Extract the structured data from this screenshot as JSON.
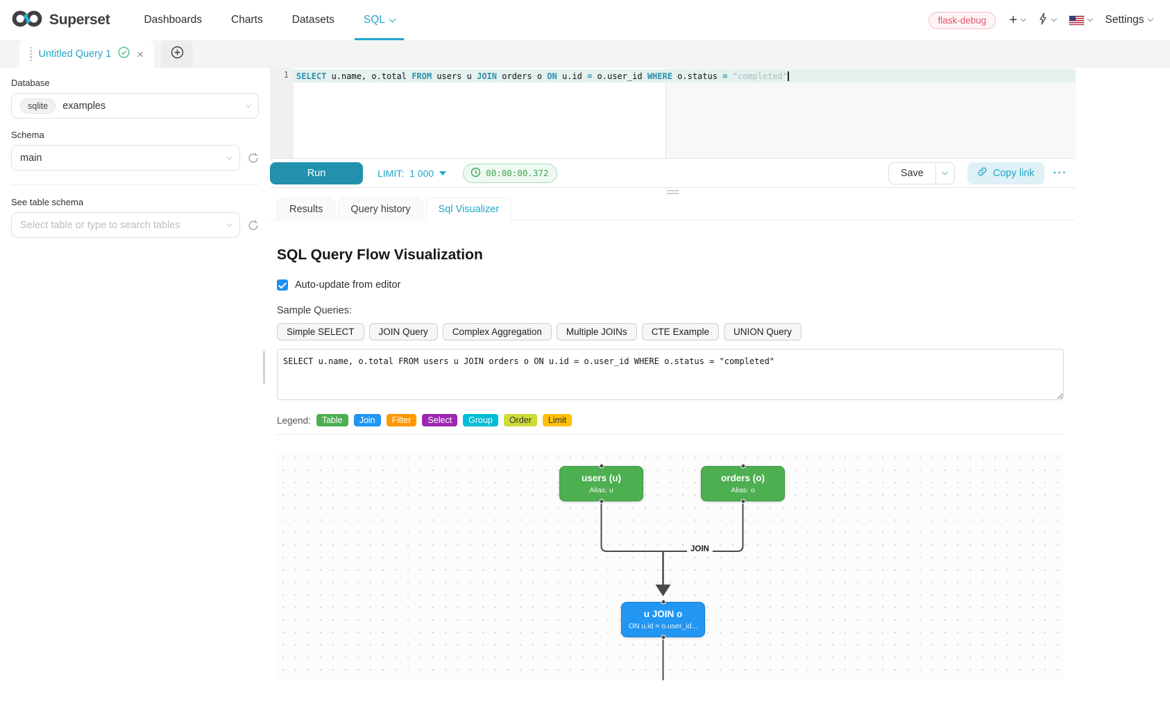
{
  "nav": {
    "brand": "Superset",
    "items": [
      {
        "label": "Dashboards"
      },
      {
        "label": "Charts"
      },
      {
        "label": "Datasets"
      },
      {
        "label": "SQL"
      }
    ],
    "environment_badge": "flask-debug",
    "plus_label": "+",
    "settings_label": "Settings"
  },
  "tabs_bar": {
    "query_tab": "Untitled Query 1"
  },
  "sidebar": {
    "database_label": "Database",
    "database_engine": "sqlite",
    "database_value": "examples",
    "schema_label": "Schema",
    "schema_value": "main",
    "table_label": "See table schema",
    "table_placeholder": "Select table or type to search tables"
  },
  "editor": {
    "line_number": "1",
    "tokens": [
      {
        "c": "kw",
        "t": "SELECT"
      },
      {
        "c": "pl",
        "t": " u.name, o.total "
      },
      {
        "c": "kw",
        "t": "FROM"
      },
      {
        "c": "pl",
        "t": " users u "
      },
      {
        "c": "kw",
        "t": "JOIN"
      },
      {
        "c": "pl",
        "t": " orders o "
      },
      {
        "c": "kw",
        "t": "ON"
      },
      {
        "c": "pl",
        "t": " u.id "
      },
      {
        "c": "kw",
        "t": "="
      },
      {
        "c": "pl",
        "t": " o.user_id "
      },
      {
        "c": "kw",
        "t": "WHERE"
      },
      {
        "c": "pl",
        "t": " o.status "
      },
      {
        "c": "kw",
        "t": "="
      },
      {
        "c": "str",
        "t": " \"completed\""
      }
    ]
  },
  "toolbar": {
    "run_label": "Run",
    "limit_label": "LIMIT:",
    "limit_value": "1 000",
    "timer": "00:00:00.372",
    "save_label": "Save",
    "copy_link_label": "Copy link",
    "more_label": "···"
  },
  "result_tabs": [
    {
      "label": "Results"
    },
    {
      "label": "Query history"
    },
    {
      "label": "Sql Visualizer"
    }
  ],
  "visualizer": {
    "title": "SQL Query Flow Visualization",
    "auto_update_label": "Auto-update from editor",
    "sample_queries_label": "Sample Queries:",
    "sample_queries": [
      "Simple SELECT",
      "JOIN Query",
      "Complex Aggregation",
      "Multiple JOINs",
      "CTE Example",
      "UNION Query"
    ],
    "sql_text": "SELECT u.name, o.total FROM users u JOIN orders o ON u.id = o.user_id WHERE o.status = \"completed\"",
    "legend_label": "Legend:",
    "legend": [
      {
        "label": "Table",
        "color": "#4caf50",
        "text": "#ffffff"
      },
      {
        "label": "Join",
        "color": "#2196f3",
        "text": "#ffffff"
      },
      {
        "label": "Filter",
        "color": "#ff9800",
        "text": "#ffffff"
      },
      {
        "label": "Select",
        "color": "#9c27b0",
        "text": "#ffffff"
      },
      {
        "label": "Group",
        "color": "#00bcd4",
        "text": "#ffffff"
      },
      {
        "label": "Order",
        "color": "#cddc39",
        "text": "#333333"
      },
      {
        "label": "Limit",
        "color": "#ffc107",
        "text": "#333333"
      }
    ],
    "flow": {
      "nodes": [
        {
          "title": "users (u)",
          "subtitle": "Alias: u",
          "color": "#4caf50"
        },
        {
          "title": "orders (o)",
          "subtitle": "Alias: o",
          "color": "#4caf50"
        },
        {
          "title": "u JOIN o",
          "subtitle": "ON u.id = o.user_id...",
          "color": "#2196f3"
        }
      ],
      "edge_label": "JOIN"
    }
  }
}
